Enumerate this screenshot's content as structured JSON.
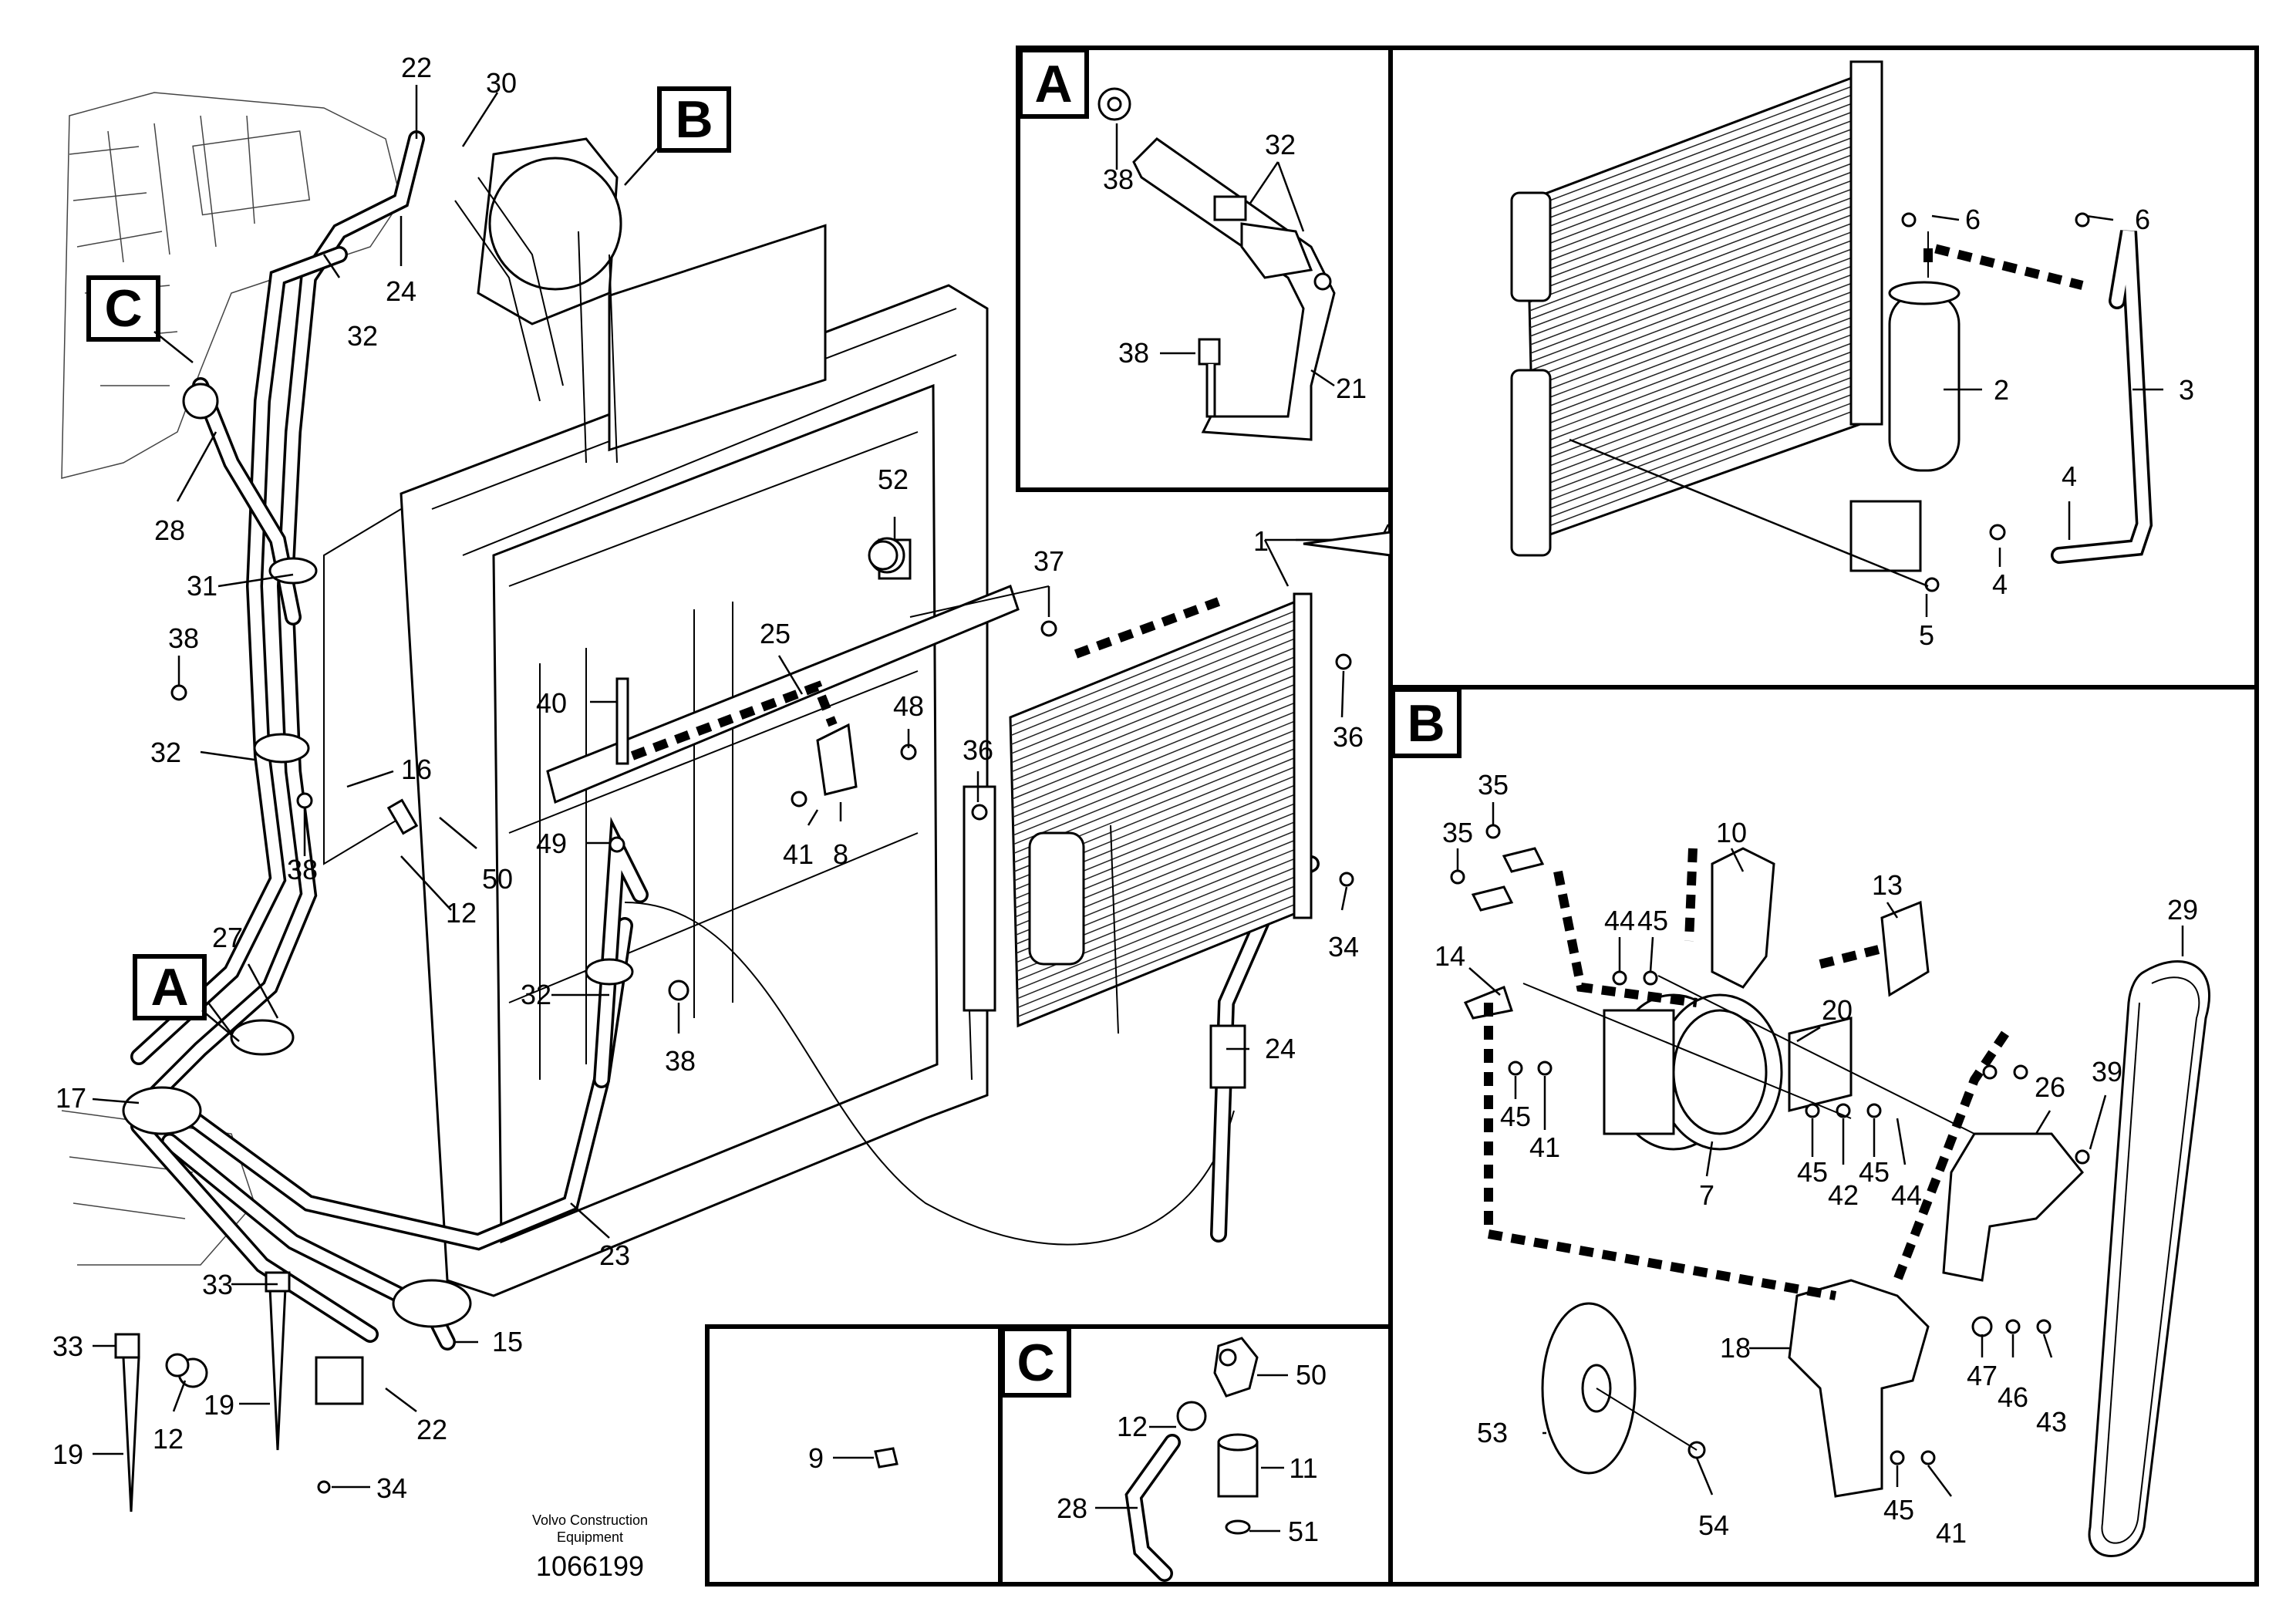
{
  "inset_letters": {
    "a": "A",
    "b": "B",
    "c": "C"
  },
  "footer": {
    "brand_line1": "Volvo Construction",
    "brand_line2": "Equipment",
    "drawing_number": "1066199"
  },
  "main_labels": {
    "p22_top": "22",
    "p30": "30",
    "p24_top": "24",
    "p32_top": "32",
    "p28": "28",
    "p31": "31",
    "p38_left": "38",
    "p32_left": "32",
    "p16": "16",
    "p38_left2": "38",
    "p50": "50",
    "p12_mid": "12",
    "p27": "27",
    "p17": "17",
    "p23": "23",
    "p33_a": "33",
    "p33_b": "33",
    "p19_a": "19",
    "p19_b": "19",
    "p12_bottom": "12",
    "p34_bottom": "34",
    "p22_bottom": "22",
    "p15": "15",
    "p40": "40",
    "p49": "49",
    "p25": "25",
    "p52": "52",
    "p37": "37",
    "p1": "1",
    "p48": "48",
    "p41": "41",
    "p8": "8",
    "p36_a": "36",
    "p36_b": "36",
    "p34_right": "34",
    "p24_right": "24",
    "p32_mid": "32",
    "p38_mid": "38"
  },
  "inset_a_labels": {
    "p38_top": "38",
    "p32": "32",
    "p38_bottom": "38",
    "p21": "21"
  },
  "inset_top_right_labels": {
    "p6_a": "6",
    "p6_b": "6",
    "p2": "2",
    "p3": "3",
    "p4_a": "4",
    "p4_b": "4",
    "p5": "5"
  },
  "inset_b_labels": {
    "p35_a": "35",
    "p35_b": "35",
    "p10": "10",
    "p13": "13",
    "p29": "29",
    "p44_a": "44",
    "p45_a": "45",
    "p14": "14",
    "p20": "20",
    "p45_b": "45",
    "p41_a": "41",
    "p7": "7",
    "p45_c": "45",
    "p42": "42",
    "p45_d": "45",
    "p44_b": "44",
    "p26": "26",
    "p39": "39",
    "p18": "18",
    "p47": "47",
    "p46": "46",
    "p43": "43",
    "p53": "53",
    "p54": "54",
    "p45_e": "45",
    "p41_b": "41"
  },
  "inset_c_labels": {
    "p50": "50",
    "p12": "12",
    "p11": "11",
    "p28": "28",
    "p51": "51"
  },
  "inset_9_labels": {
    "p9": "9"
  }
}
